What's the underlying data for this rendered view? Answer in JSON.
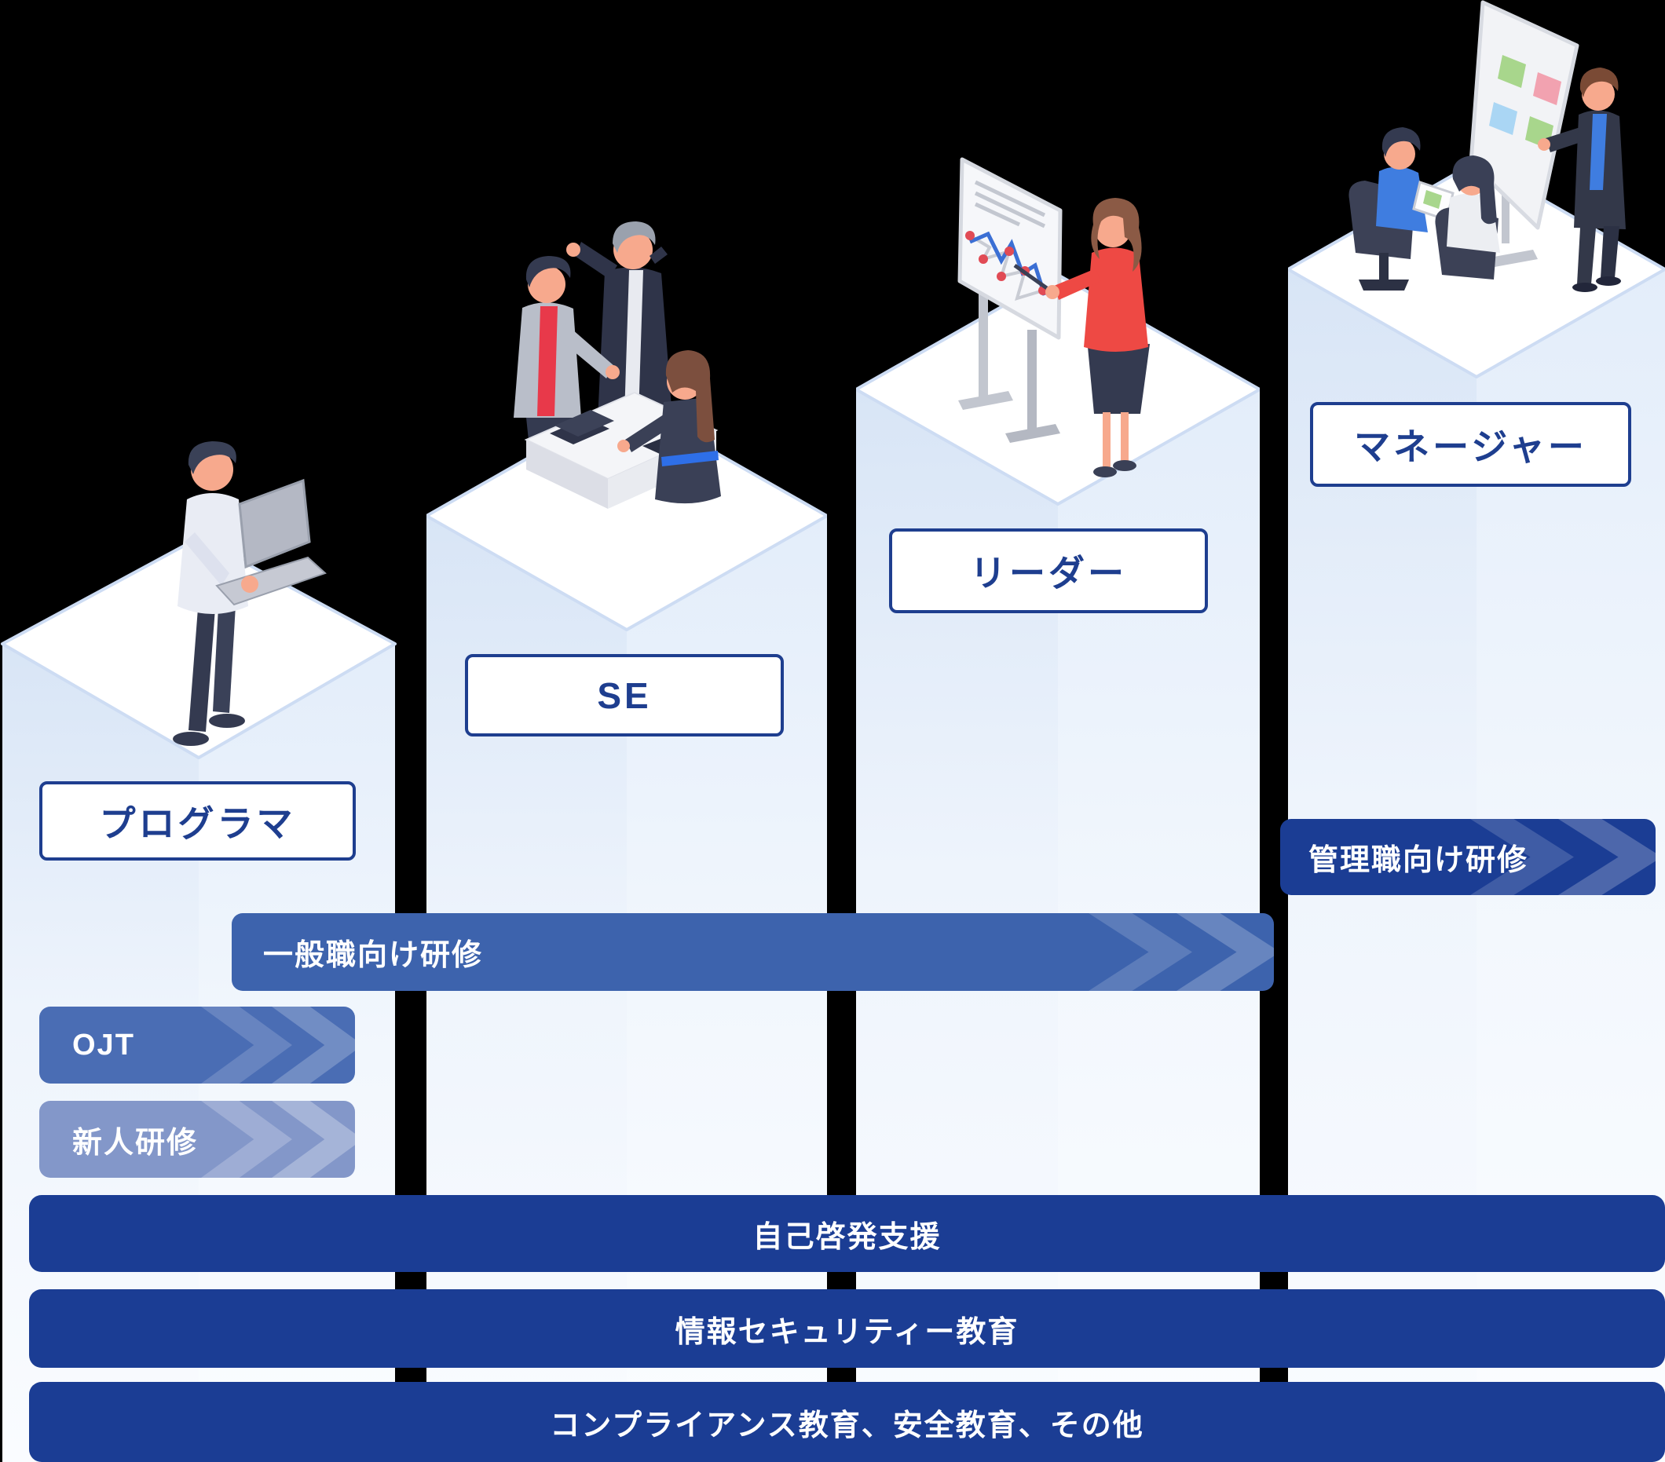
{
  "diagram": {
    "roles": [
      {
        "label": "プログラマ"
      },
      {
        "label": "SE"
      },
      {
        "label": "リーダー"
      },
      {
        "label": "マネージャー"
      }
    ],
    "role_bands": [
      {
        "label": "管理職向け研修"
      },
      {
        "label": "一般職向け研修"
      },
      {
        "label": "OJT"
      },
      {
        "label": "新人研修"
      }
    ],
    "common_bands": [
      {
        "label": "自己啓発支援"
      },
      {
        "label": "情報セキュリティー教育"
      },
      {
        "label": "コンプライアンス教育、安全教育、その他"
      }
    ],
    "illustrations": [
      {
        "name": "programmer-with-laptop"
      },
      {
        "name": "se-team-at-desk"
      },
      {
        "name": "leader-presenting-chart"
      },
      {
        "name": "manager-meeting-flipchart"
      }
    ],
    "colors": {
      "dark_navy": "#1b3d94",
      "medium_blue": "#3d63ad",
      "ojt_blue": "#4a6db4",
      "newcomer_blue": "#8397c9",
      "label_blue": "#1e3e8f",
      "pillar_face_left": "#d8e5f6",
      "pillar_face_right": "#e3edfa",
      "pillar_top": "#ffffff"
    }
  }
}
